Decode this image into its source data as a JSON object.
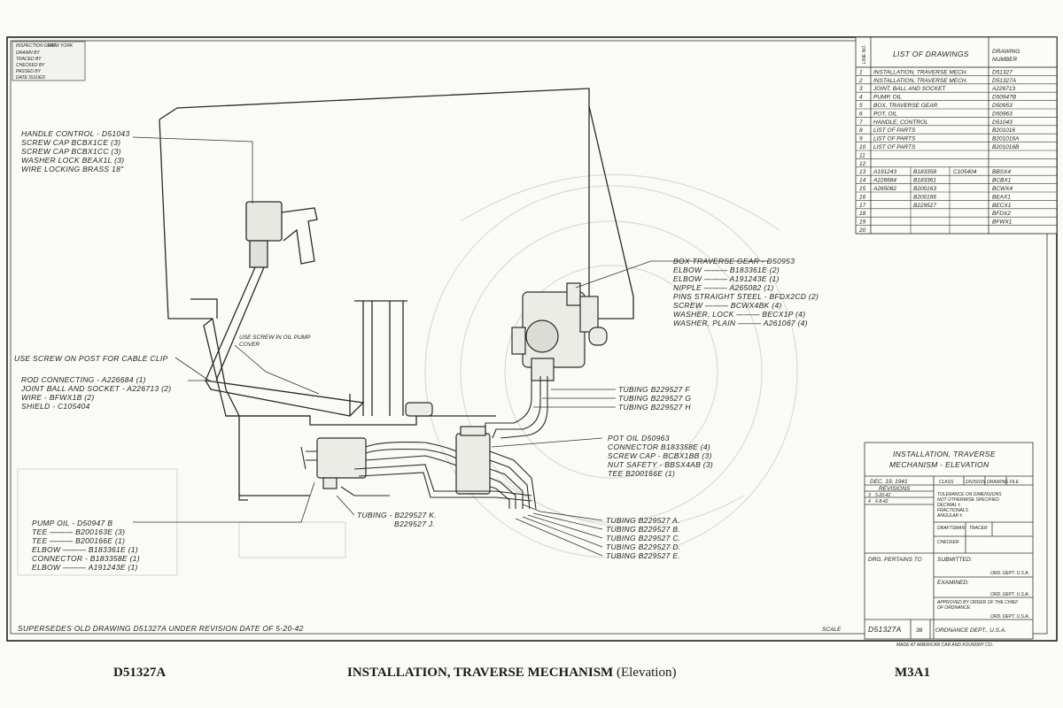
{
  "inspection_stamp": {
    "title": "INSPECTION DEPT.",
    "city": "NEW YORK",
    "rows": [
      "DRAWN BY",
      "TRACED BY",
      "CHECKED BY",
      "PASSED BY",
      "DATE ISSUED"
    ]
  },
  "list_of_drawings": {
    "header_line_no": "LINE NO.",
    "header_title": "LIST OF DRAWINGS",
    "header_number_1": "DRAWING",
    "header_number_2": "NUMBER",
    "rows": [
      {
        "n": "1",
        "title": "INSTALLATION, TRAVERSE MECH.",
        "num": "D51327"
      },
      {
        "n": "2",
        "title": "INSTALLATION, TRAVERSE MECH.",
        "num": "D51327A"
      },
      {
        "n": "3",
        "title": "JOINT, BALL AND SOCKET",
        "num": "A226713"
      },
      {
        "n": "4",
        "title": "PUMP, OIL",
        "num": "D50947B"
      },
      {
        "n": "5",
        "title": "BOX, TRAVERSE GEAR",
        "num": "D50953"
      },
      {
        "n": "6",
        "title": "POT, OIL",
        "num": "D50963"
      },
      {
        "n": "7",
        "title": "HANDLE, CONTROL",
        "num": "D51043"
      },
      {
        "n": "8",
        "title": "LIST OF PARTS",
        "num": "B201016"
      },
      {
        "n": "9",
        "title": "LIST OF PARTS",
        "num": "B201016A"
      },
      {
        "n": "10",
        "title": "LIST OF PARTS",
        "num": "B201016B"
      },
      {
        "n": "11",
        "title": "",
        "num": ""
      },
      {
        "n": "12",
        "title": "",
        "num": ""
      }
    ],
    "parts_rows": [
      {
        "n": "13",
        "a": "A191243",
        "b": "B183358",
        "c": "C105404",
        "d": "BBSX4"
      },
      {
        "n": "14",
        "a": "A226684",
        "b": "B183361",
        "c": "",
        "d": "BCBX1"
      },
      {
        "n": "15",
        "a": "A265082",
        "b": "B200163",
        "c": "",
        "d": "BCWX4"
      },
      {
        "n": "16",
        "a": "",
        "b": "B200166",
        "c": "",
        "d": "BEAX1"
      },
      {
        "n": "17",
        "a": "",
        "b": "B229527",
        "c": "",
        "d": "BECX1"
      },
      {
        "n": "18",
        "a": "",
        "b": "",
        "c": "",
        "d": "BFDX2"
      },
      {
        "n": "19",
        "a": "",
        "b": "",
        "c": "",
        "d": "BFWX1"
      },
      {
        "n": "20",
        "a": "",
        "b": "",
        "c": "",
        "d": ""
      }
    ]
  },
  "title_block": {
    "title_1": "INSTALLATION, TRAVERSE",
    "title_2": "MECHANISM - ELEVATION",
    "date": "DEC. 19, 1941",
    "class_label": "CLASS",
    "division_label": "DIVISION",
    "drawing_file_label": "DRAWING FILE",
    "revisions_label": "REVISIONS",
    "revisions": [
      {
        "n": "3",
        "date": "5-20-42"
      },
      {
        "n": "4",
        "date": "6-8-42"
      }
    ],
    "tolerance": [
      "TOLERANCE ON DIMENSIONS",
      "NOT OTHERWISE SPECIFIED",
      "DECIMAL ±",
      "FRACTIONALS",
      "ANGULAR ±"
    ],
    "draftsman": "DRAFTSMAN",
    "tracer": "TRACER",
    "checker": "CHECKER",
    "drg_pertains_to": "DRG. PERTAINS TO",
    "submitted": "SUBMITTED:",
    "ord_dept_1": "ORD. DEPT. U.S.A.",
    "examined": "EXAMINED:",
    "ord_dept_2": "ORD. DEPT. U.S.A.",
    "approved": [
      "APPROVED BY ORDER OF THE CHIEF",
      "OF ORDNANCE:"
    ],
    "ord_dept_3": "ORD. DEPT. U.S.A.",
    "drawing_no": "D51327A",
    "sheet": "38",
    "dept": "ORDNANCE DEPT., U.S.A.",
    "made_at": "MADE AT AMERICAN CAR AND FOUNDRY CO."
  },
  "callouts": {
    "handle_group": [
      "HANDLE CONTROL - D51043",
      "SCREW CAP BCBX1CE (3)",
      "SCREW CAP BCBX1CC (3)",
      "WASHER LOCK BEAX1L (3)",
      "WIRE LOCKING BRASS 18\""
    ],
    "box_group": [
      "BOX TRAVERSE GEAR - D50953",
      "ELBOW ——— B183361E (2)",
      "ELBOW ——— A191243E (1)",
      "NIPPLE ——— A265082 (1)",
      "PINS STRAIGHT STEEL - BFDX2CD (2)",
      "SCREW ——— BCWX4BK (4)",
      "WASHER, LOCK ——— BECX1P (4)",
      "WASHER, PLAIN ——— A261067 (4)"
    ],
    "oil_pump_cover": [
      "USE SCREW IN OIL PUMP",
      "COVER"
    ],
    "post_screw": "USE SCREW ON POST FOR CABLE CLIP",
    "rod_group": [
      "ROD CONNECTING - A226684 (1)",
      "JOINT BALL AND SOCKET - A226713 (2)",
      "WIRE - BFWX1B (2)",
      "SHIELD - C105404"
    ],
    "tubing_fgh": [
      "TUBING B229527 F",
      "TUBING B229527 G",
      "TUBING B229527 H"
    ],
    "pot_group": [
      "POT OIL D50963",
      "CONNECTOR B183358E (4)",
      "SCREW CAP - BCBX1BB (3)",
      "NUT SAFETY - BBSX4AB (3)",
      "TEE B200166E (1)"
    ],
    "tubing_kj": [
      "TUBING - B229527 K.",
      "B229527 J."
    ],
    "tubing_abcde": [
      "TUBING B229527 A.",
      "TUBING B229527 B.",
      "TUBING B229527 C.",
      "TUBING B229527 D.",
      "TUBING B229527 E."
    ],
    "pump_group": [
      "PUMP OIL - D50947 B",
      "TEE ——— B200163E (3)",
      "TEE ——— B200166E (1)",
      "ELBOW ——— B183361E (1)",
      "CONNECTOR - B183358E (1)",
      "ELBOW ——— A191243E (1)"
    ]
  },
  "supersedes": "SUPERSEDES OLD DRAWING D51327A UNDER REVISION DATE OF 5-20-42",
  "scale": "SCALE",
  "footer": {
    "left": "D51327A",
    "center_bold": "INSTALLATION, TRAVERSE MECHANISM",
    "center_normal": "(Elevation)",
    "right": "M3A1"
  }
}
